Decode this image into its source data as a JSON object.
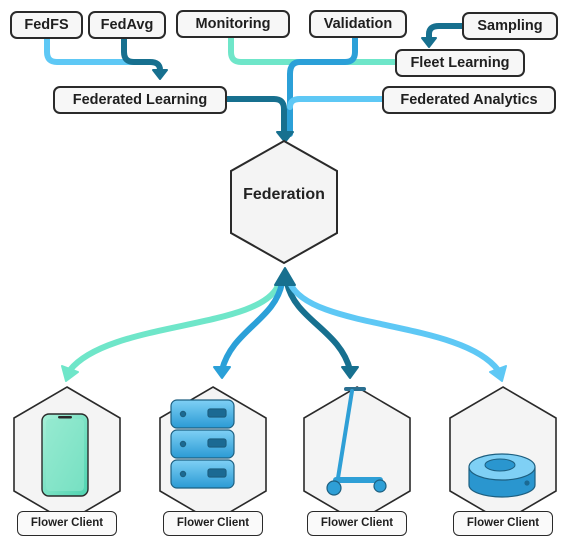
{
  "colors": {
    "teal_light": "#6fe6c9",
    "blue_light": "#5ec8f5",
    "blue_mid": "#2ba0d8",
    "blue_dark": "#17708f",
    "device_blue": "#3daee3",
    "outline": "#2a2a2a"
  },
  "strategies": {
    "fedfs": "FedFS",
    "fedavg": "FedAvg",
    "monitoring": "Monitoring",
    "validation": "Validation",
    "sampling": "Sampling",
    "fleet_learning": "Fleet Learning",
    "federated_learning": "Federated Learning",
    "federated_analytics": "Federated Analytics"
  },
  "hub": {
    "label": "Federation"
  },
  "clients": [
    {
      "label": "Flower Client",
      "icon": "smartphone-icon"
    },
    {
      "label": "Flower Client",
      "icon": "server-icon"
    },
    {
      "label": "Flower Client",
      "icon": "scooter-icon"
    },
    {
      "label": "Flower Client",
      "icon": "robot-vacuum-icon"
    }
  ]
}
